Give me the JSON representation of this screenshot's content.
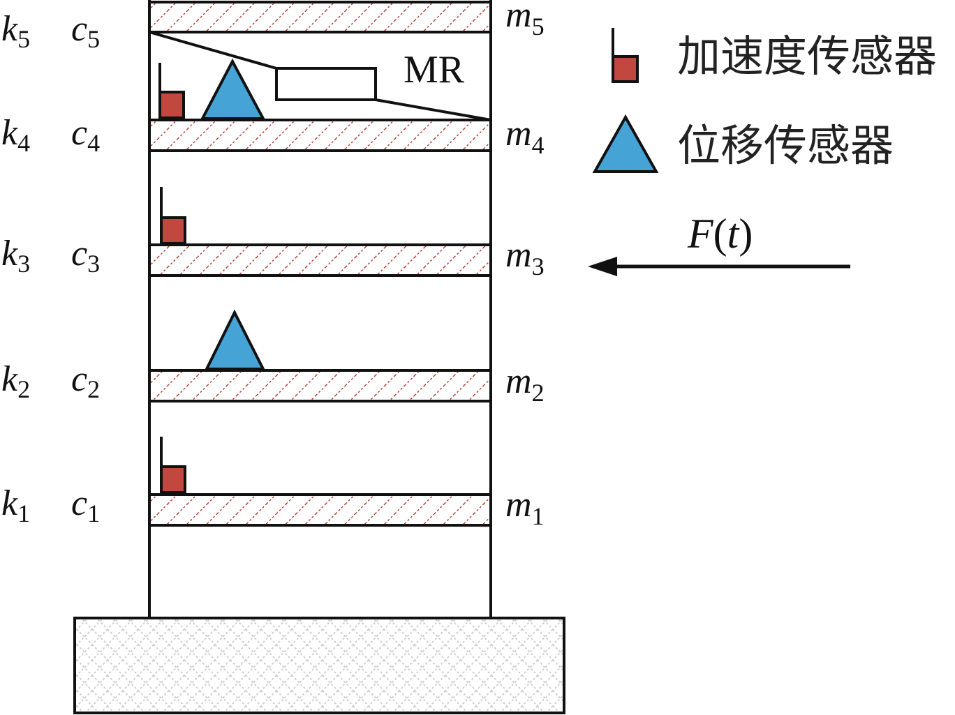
{
  "floors": [
    {
      "k": "k",
      "k_sub": "1",
      "c": "c",
      "c_sub": "1",
      "m": "m",
      "m_sub": "1"
    },
    {
      "k": "k",
      "k_sub": "2",
      "c": "c",
      "c_sub": "2",
      "m": "m",
      "m_sub": "2"
    },
    {
      "k": "k",
      "k_sub": "3",
      "c": "c",
      "c_sub": "3",
      "m": "m",
      "m_sub": "3"
    },
    {
      "k": "k",
      "k_sub": "4",
      "c": "c",
      "c_sub": "4",
      "m": "m",
      "m_sub": "4"
    },
    {
      "k": "k",
      "k_sub": "5",
      "c": "c",
      "c_sub": "5",
      "m": "m",
      "m_sub": "5"
    }
  ],
  "damper_label": "MR",
  "legend": {
    "accelerometer": "加速度传感器",
    "displacement": "位移传感器"
  },
  "force": {
    "symbol": "F",
    "open": "(",
    "arg": "t",
    "close": ")"
  },
  "colors": {
    "accelerometer": "#c1473f",
    "displacement": "#46a3d6",
    "hatch": "#b5443e",
    "base_hatch": "#cfcfcf"
  }
}
